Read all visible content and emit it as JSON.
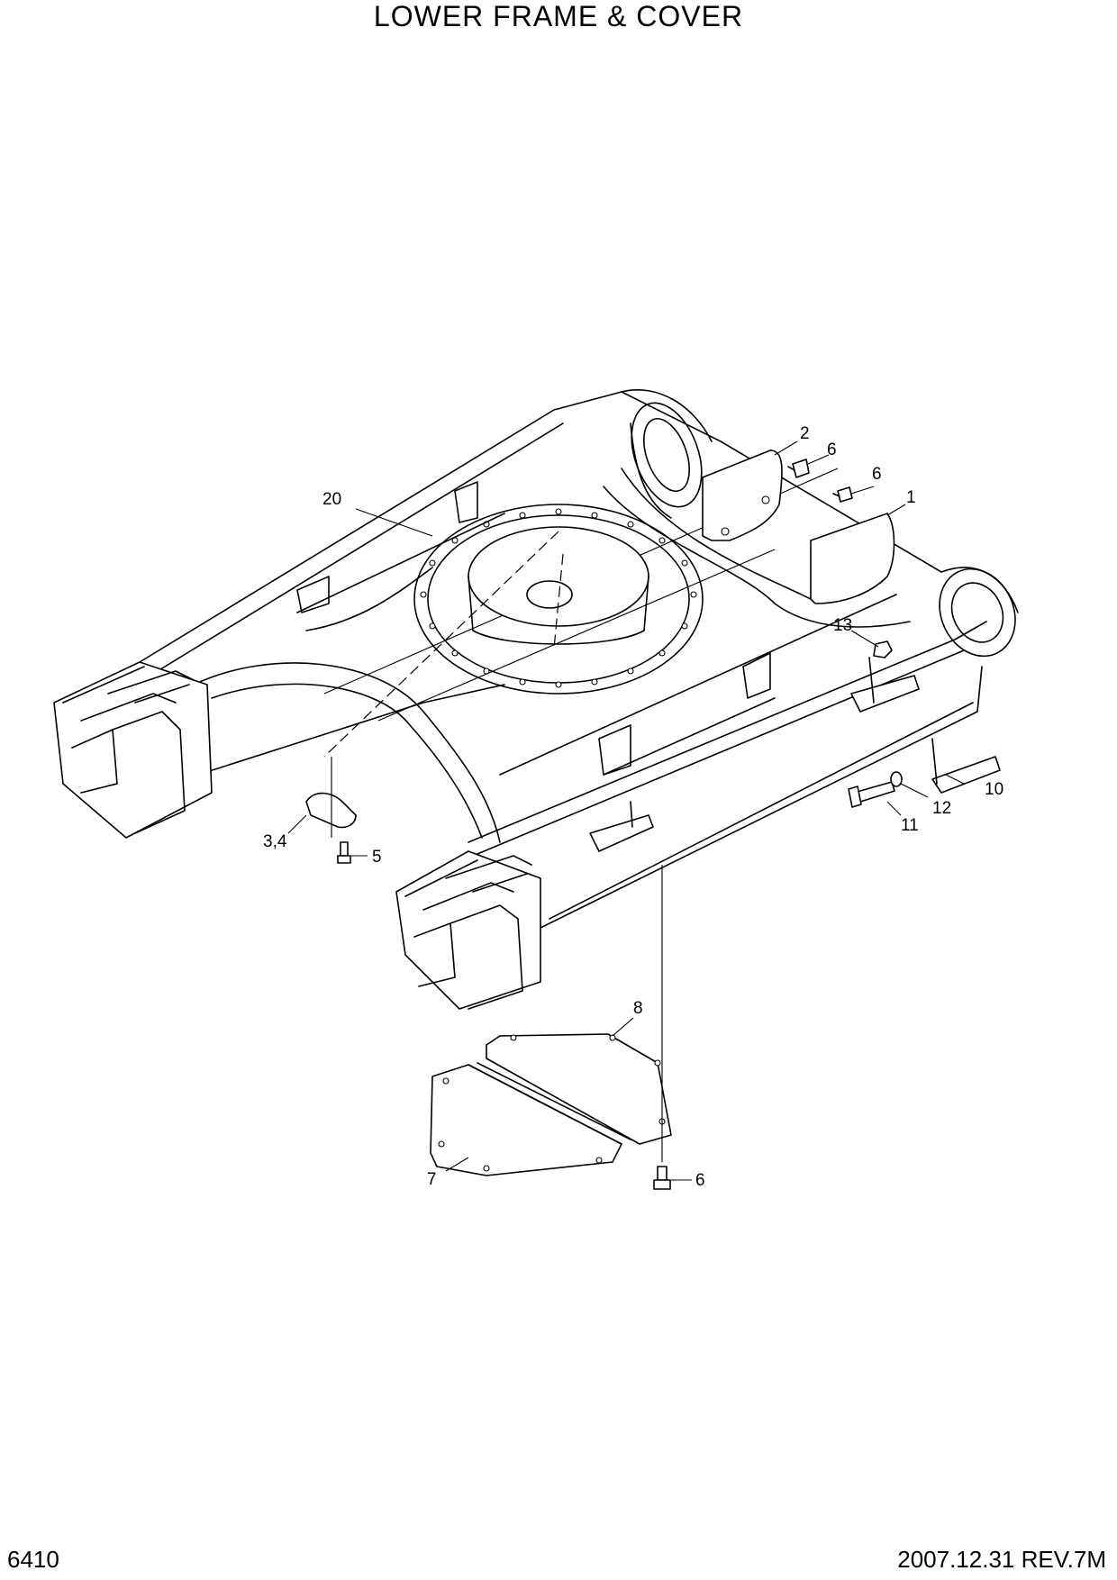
{
  "page": {
    "title": "LOWER FRAME & COVER",
    "page_number": "6410",
    "revision": "2007.12.31 REV.7M"
  },
  "callouts": {
    "c1": "1",
    "c2": "2",
    "c6a": "6",
    "c6b": "6",
    "c6c": "6",
    "c20": "20",
    "c13": "13",
    "c10": "10",
    "c12": "12",
    "c11": "11",
    "c34": "3,4",
    "c5": "5",
    "c8": "8",
    "c7": "7"
  }
}
